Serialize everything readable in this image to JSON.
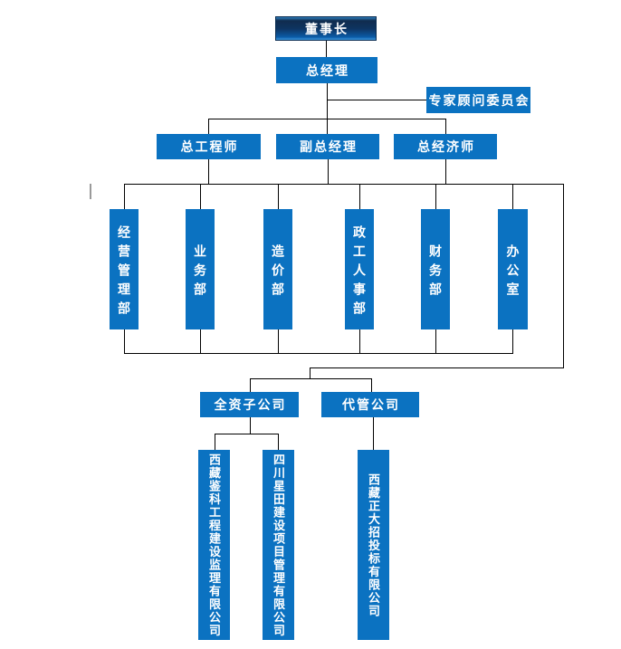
{
  "org_chart": {
    "type": "org-tree-diagram",
    "colors": {
      "node_blue": "#0b72c1",
      "chairman_gradient_top": "#102c4e",
      "chairman_gradient_bottom": "#0b5ca8",
      "connector_line": "#000000",
      "text": "#ffffff",
      "background": "#ffffff"
    },
    "nodes": {
      "chairman": "董事长",
      "general_manager": "总经理",
      "expert_committee": "专家顾问委员会",
      "managers": [
        {
          "label": "总工程师"
        },
        {
          "label": "副总经理"
        },
        {
          "label": "总经济师"
        }
      ],
      "departments": [
        {
          "label": "经营管理部"
        },
        {
          "label": "业务部"
        },
        {
          "label": "造价部"
        },
        {
          "label": "政工人事部"
        },
        {
          "label": "财务部"
        },
        {
          "label": "办公室"
        }
      ],
      "company_groups": [
        {
          "label": "全资子公司"
        },
        {
          "label": "代管公司"
        }
      ],
      "wholly_owned_subsidiaries": [
        {
          "label": "西藏鉴科工程建设监理有限公司"
        },
        {
          "label": "四川星田建设项目管理有限公司"
        }
      ],
      "managed_companies": [
        {
          "label": "西藏正大招投标有限公司"
        }
      ]
    },
    "edges": [
      "董事长 → 总经理",
      "总经理 → 专家顾问委员会",
      "总经理 → 总工程师 / 副总经理 / 总经济师",
      "总工程师·副总经理·总经济师 → 经营管理部 / 业务部 / 造价部 / 政工人事部 / 财务部 / 办公室",
      "管理层 → 全资子公司 / 代管公司",
      "全资子公司 → 西藏鉴科工程建设监理有限公司 / 四川星田建设项目管理有限公司",
      "代管公司 → 西藏正大招投标有限公司"
    ]
  }
}
